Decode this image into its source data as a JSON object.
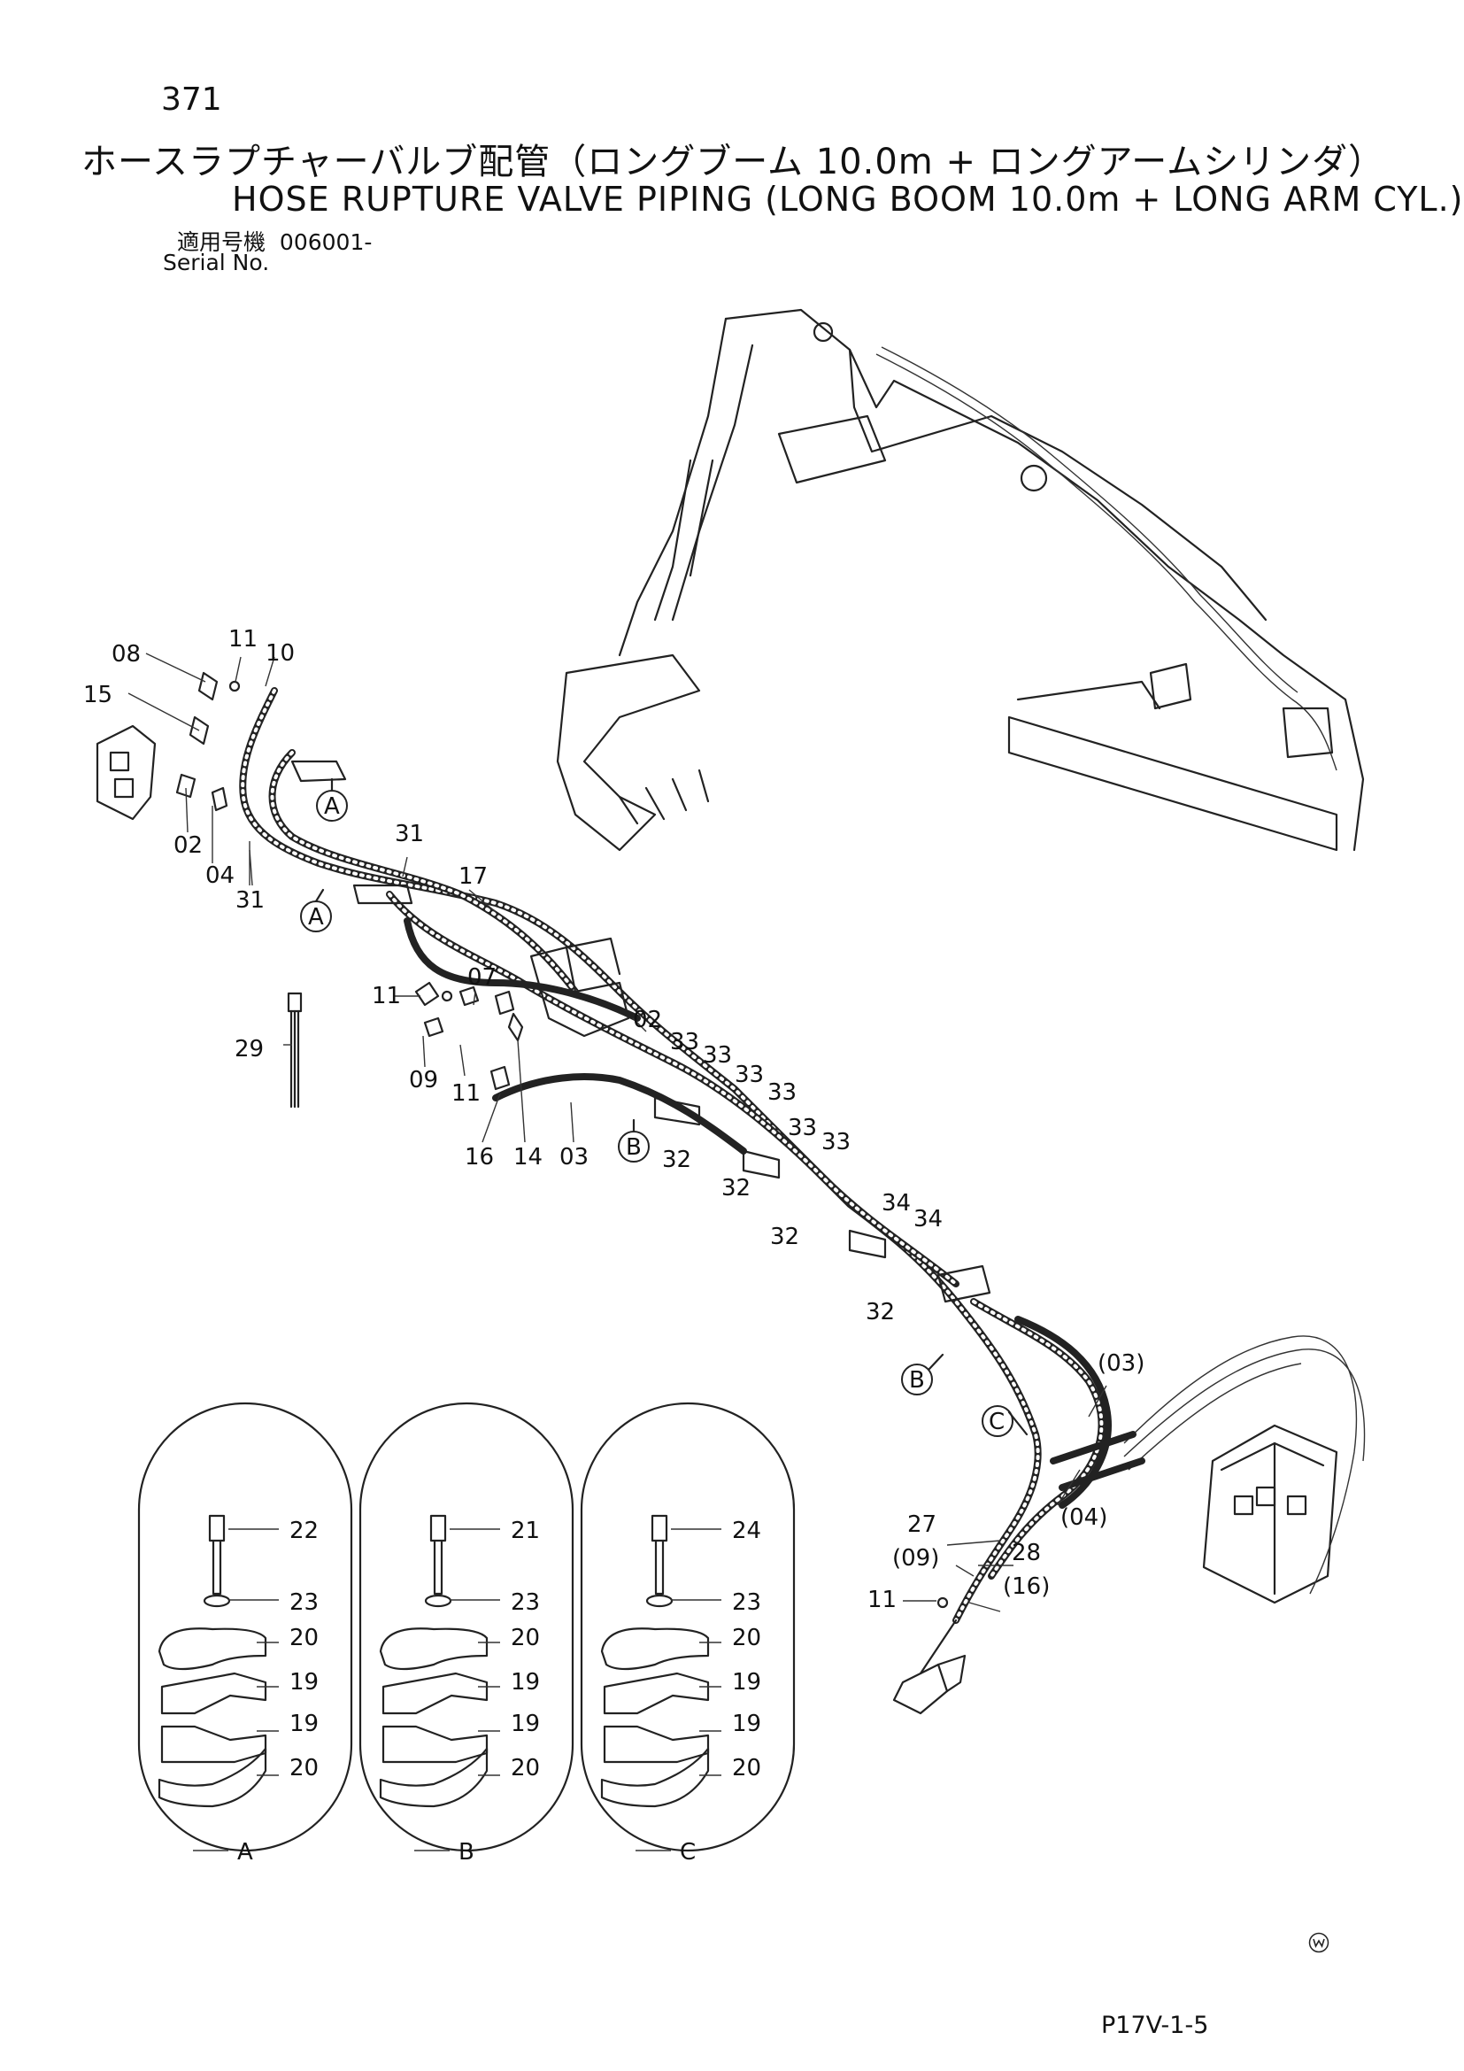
{
  "header": {
    "page_number": "371",
    "title_jp": "ホースラプチャーバルブ配管（ロングブーム 10.0m + ロングアームシリンダ）",
    "title_en": "HOSE RUPTURE VALVE PIPING (LONG BOOM 10.0m + LONG ARM CYL.)",
    "serial_label_jp": "適用号機",
    "serial_value": "006001-",
    "serial_label_en": "Serial No."
  },
  "callouts": {
    "p08": "08",
    "p11a": "11",
    "p10": "10",
    "p15": "15",
    "p02a": "02",
    "p04": "04",
    "p31a": "31",
    "p31b": "31",
    "p17": "17",
    "p11b": "11",
    "p07": "07",
    "p09": "09",
    "p11c": "11",
    "p16": "16",
    "p14": "14",
    "p03": "03",
    "p02b": "02",
    "p29": "29",
    "p33a": "33",
    "p33b": "33",
    "p33c": "33",
    "p33d": "33",
    "p33e": "33",
    "p33f": "33",
    "p32a": "32",
    "p32b": "32",
    "p32c": "32",
    "p32d": "32",
    "p34a": "34",
    "p34b": "34",
    "p03r": "(03)",
    "p04r": "(04)",
    "p27": "27",
    "p09r": "(09)",
    "p28": "28",
    "p11d": "11",
    "p16r": "(16)"
  },
  "markers": {
    "a": "A",
    "b": "B",
    "c": "C"
  },
  "details": [
    {
      "name": "A",
      "bolt": "22",
      "washer": "23",
      "upper_clamp": "20",
      "cushion_1": "19",
      "cushion_2": "19",
      "lower_clamp": "20"
    },
    {
      "name": "B",
      "bolt": "21",
      "washer": "23",
      "upper_clamp": "20",
      "cushion_1": "19",
      "cushion_2": "19",
      "lower_clamp": "20"
    },
    {
      "name": "C",
      "bolt": "24",
      "washer": "23",
      "upper_clamp": "20",
      "cushion_1": "19",
      "cushion_2": "19",
      "lower_clamp": "20"
    }
  ],
  "footer": {
    "drawing_code": "P17V-1-5"
  }
}
